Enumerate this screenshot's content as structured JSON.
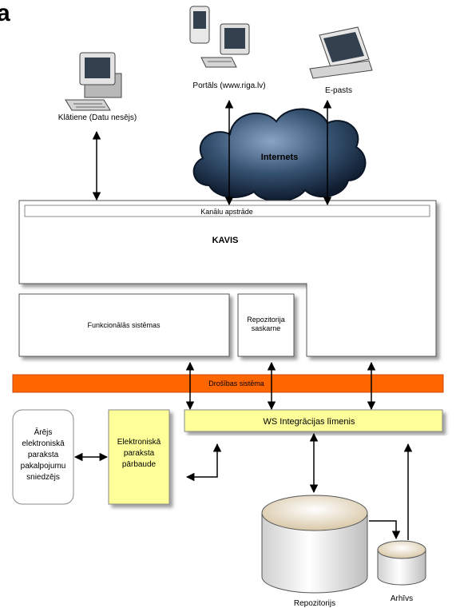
{
  "corner_glyph": "a",
  "devices": {
    "klatiene": "Klātiene (Datu nesējs)",
    "portals": "Portāls (www.riga.lv)",
    "epasts": "E-pasts"
  },
  "cloud_label": "Internets",
  "kanalu_label": "Kanālu apstrāde",
  "kavis_label": "KAVIS",
  "funkc_label": "Funkcionālās sistēmas",
  "repo_saskarne": [
    "Repozitorija",
    "saskarne"
  ],
  "drosibas_label": "Drošības sistēma",
  "ws_label": "WS Integrācijas līmenis",
  "external_provider": [
    "Ārējs",
    "elektroniskā",
    "paraksta",
    "pakalpojumu",
    "sniedzējs"
  ],
  "signature_check": [
    "Elektroniskā",
    "paraksta",
    "pārbaude"
  ],
  "repozitorijs_label": "Repozitorijs",
  "arhivs_label": "Arhīvs",
  "colors": {
    "security_bar": "#ff6600",
    "ws_fill": "#ffff99",
    "cloud_dark": "#1f3350",
    "cloud_light": "#6a86aa"
  }
}
